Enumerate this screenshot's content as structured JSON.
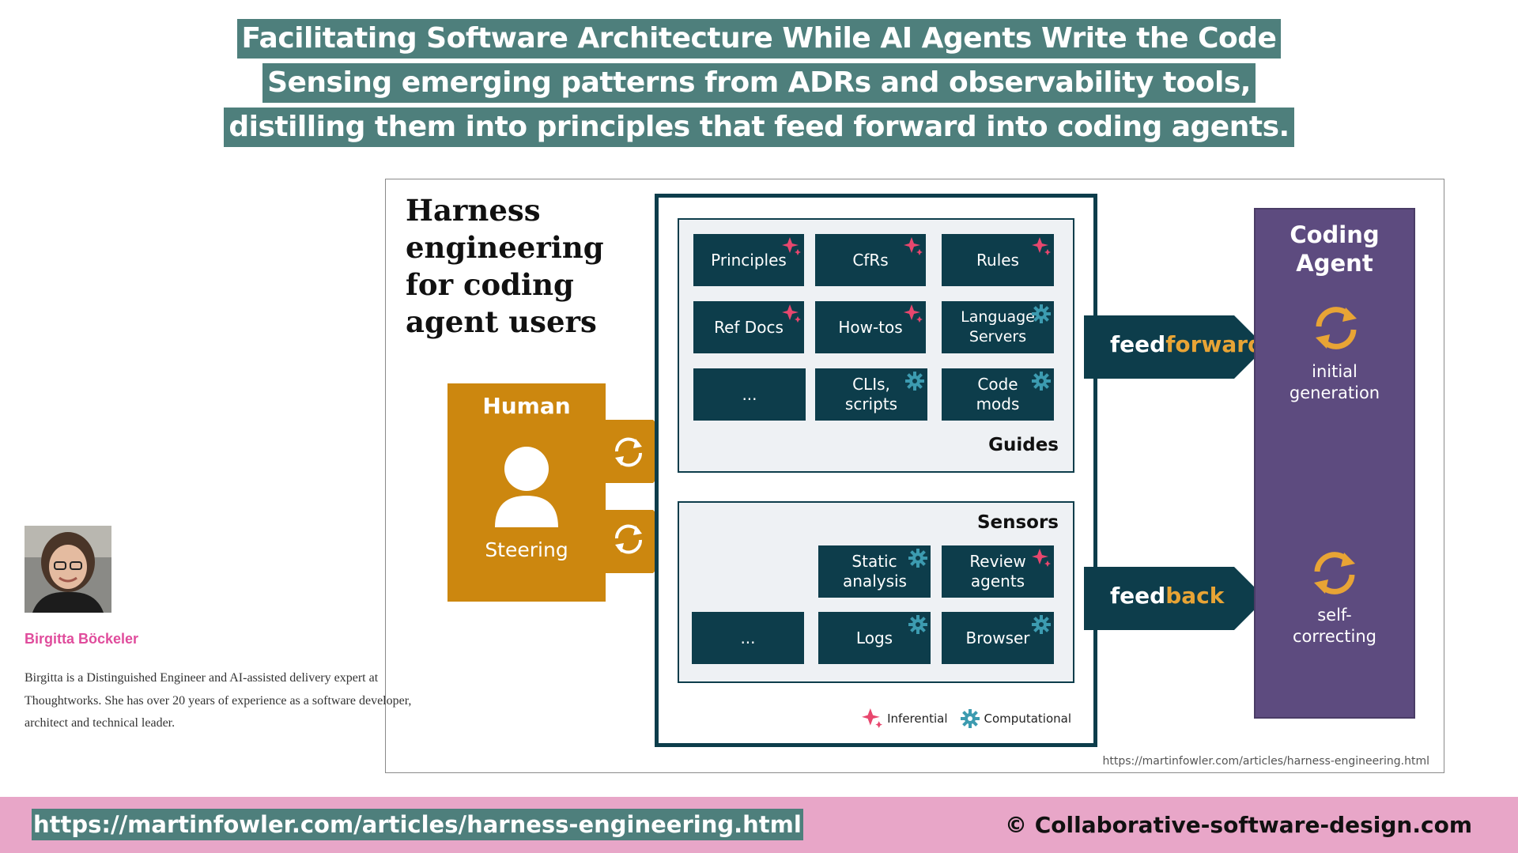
{
  "title": {
    "line1": "Facilitating Software Architecture While AI Agents Write the Code",
    "line2": "Sensing emerging patterns from ADRs and observability tools,",
    "line3": "distilling them into principles that feed forward into coding agents."
  },
  "diagram": {
    "heading": "Harness engineering for coding agent users",
    "guides": {
      "label": "Guides",
      "tiles": [
        {
          "label": "Principles",
          "kind": "inferential"
        },
        {
          "label": "CfRs",
          "kind": "inferential"
        },
        {
          "label": "Rules",
          "kind": "inferential"
        },
        {
          "label": "Ref Docs",
          "kind": "inferential"
        },
        {
          "label": "How-tos",
          "kind": "inferential"
        },
        {
          "label": "Language Servers",
          "kind": "computational"
        },
        {
          "label": "...",
          "kind": "none"
        },
        {
          "label": "CLIs, scripts",
          "kind": "computational"
        },
        {
          "label": "Code mods",
          "kind": "computational"
        }
      ]
    },
    "sensors": {
      "label": "Sensors",
      "tiles": [
        {
          "label": "Static analysis",
          "kind": "computational"
        },
        {
          "label": "Review agents",
          "kind": "inferential"
        },
        {
          "label": "...",
          "kind": "none"
        },
        {
          "label": "Logs",
          "kind": "computational"
        },
        {
          "label": "Browser",
          "kind": "computational"
        }
      ]
    },
    "legend": {
      "inferential": "Inferential",
      "computational": "Computational"
    },
    "feedforward": {
      "part1": "feed",
      "part2": "forward"
    },
    "feedback": {
      "part1": "feed",
      "part2": "back"
    },
    "agent": {
      "title": "Coding Agent",
      "caption1": "initial generation",
      "caption2": "self-correcting"
    },
    "human": {
      "title": "Human",
      "caption": "Steering"
    },
    "source_url": "https://martinfowler.com/articles/harness-engineering.html",
    "colors": {
      "tile": "#0d3d4b",
      "inferential": "#e8476e",
      "computational": "#3c9bb0",
      "agent": "#5d4b7f",
      "human": "#cc870f",
      "accent": "#e8a435"
    }
  },
  "author": {
    "name": "Birgitta Böckeler",
    "bio": "Birgitta is a Distinguished Engineer and AI-assisted delivery expert at Thoughtworks. She has over 20 years of experience as a software developer, architect and technical leader."
  },
  "footer": {
    "url": "https://martinfowler.com/articles/harness-engineering.html",
    "copyright": "© Collaborative-software-design.com"
  }
}
